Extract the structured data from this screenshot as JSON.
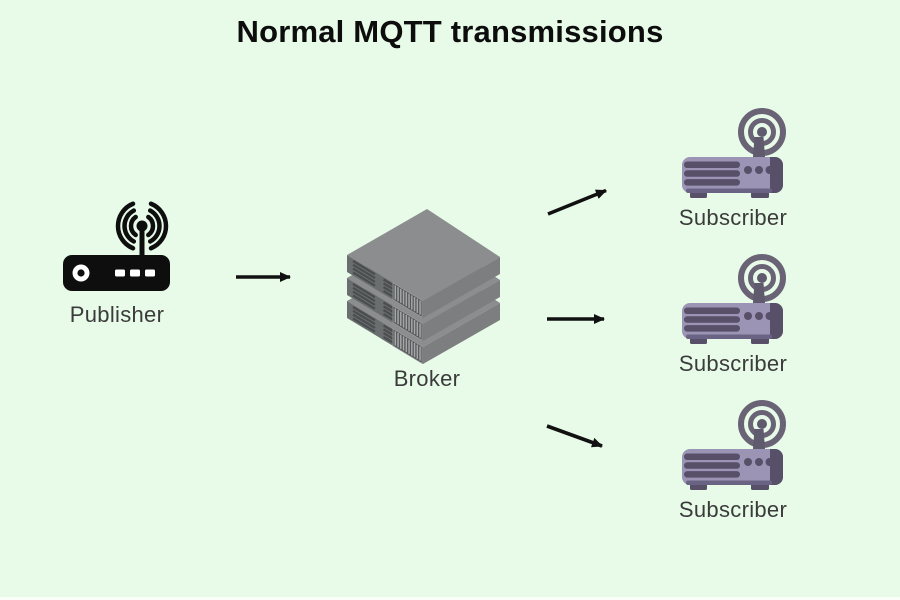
{
  "title": "Normal MQTT transmissions",
  "diagram": {
    "publisher": {
      "label": "Publisher",
      "icon": "wifi-router-icon"
    },
    "broker": {
      "label": "Broker",
      "icon": "server-stack-icon"
    },
    "subscribers": [
      {
        "label": "Subscriber",
        "icon": "wireless-receiver-icon"
      },
      {
        "label": "Subscriber",
        "icon": "wireless-receiver-icon"
      },
      {
        "label": "Subscriber",
        "icon": "wireless-receiver-icon"
      }
    ],
    "connections": [
      {
        "from": "Publisher",
        "to": "Broker",
        "shape": "horizontal-arrow"
      },
      {
        "from": "Broker",
        "to": "Subscriber 1",
        "shape": "diagonal-arrow-up"
      },
      {
        "from": "Broker",
        "to": "Subscriber 2",
        "shape": "horizontal-arrow"
      },
      {
        "from": "Broker",
        "to": "Subscriber 3",
        "shape": "diagonal-arrow-down"
      }
    ]
  },
  "colors": {
    "background": "#e7fbe8",
    "title_text": "#0d0d0d",
    "label_text": "#3b3b3b",
    "arrow": "#111111",
    "publisher_icon": "#0e0e0e",
    "broker_top_face": "#8b8d8e",
    "broker_left_face": "#6b6e6f",
    "broker_right_face": "#7c7e7f",
    "broker_vents": "#4b4e50",
    "broker_grille": "#a4a6a7",
    "subscriber_body": "#9c94b4",
    "subscriber_detail": "#584f69",
    "subscriber_antenna": "#6a6376"
  }
}
